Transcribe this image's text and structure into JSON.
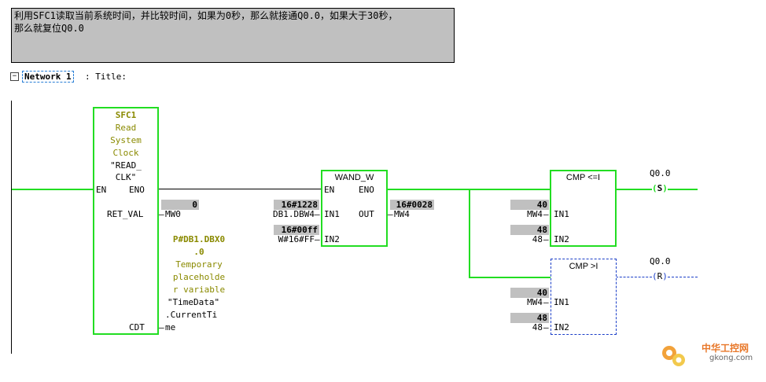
{
  "comment": {
    "line1": "利用SFC1读取当前系统时间，并比较时间，如果为0秒，那么就接通Q0.0，如果大于30秒，",
    "line2": "那么就复位Q0.0"
  },
  "network": {
    "toggle": "⊟",
    "label": "Network 1",
    "title": ": Title:"
  },
  "sfc1": {
    "name": "SFC1",
    "desc": [
      "Read",
      "System",
      "Clock"
    ],
    "symbol1": "\"READ_",
    "symbol2": "CLK\"",
    "en": "EN",
    "eno": "ENO",
    "ret_val_label": "RET_VAL",
    "ret_val_value": "0",
    "ret_val_operand": "MW0",
    "cdt_label": "CDT",
    "cdt_addr1": "P#DB1.DBX0",
    "cdt_addr2": ".0",
    "cdt_comment": [
      "Temporary",
      "placeholde",
      "r variable"
    ],
    "cdt_sym1": "\"TimeData\"",
    "cdt_sym2": ".CurrentTi",
    "cdt_sym3": "me"
  },
  "wand": {
    "name": "WAND_W",
    "en": "EN",
    "eno": "ENO",
    "in1_label": "IN1",
    "in1_value": "16#1228",
    "in1_operand": "DB1.DBW4",
    "in2_label": "IN2",
    "in2_value": "16#00ff",
    "in2_operand": "W#16#FF",
    "out_label": "OUT",
    "out_value": "16#0028",
    "out_operand": "MW4"
  },
  "cmp_le": {
    "name": "CMP <=I",
    "in1_label": "IN1",
    "in1_value": "40",
    "in1_operand": "MW4",
    "in2_label": "IN2",
    "in2_value": "48",
    "in2_operand": "48"
  },
  "cmp_gt": {
    "name": "CMP >I",
    "in1_label": "IN1",
    "in1_value": "40",
    "in1_operand": "MW4",
    "in2_label": "IN2",
    "in2_value": "48",
    "in2_operand": "48"
  },
  "coil_set": {
    "address": "Q0.0",
    "symbol": "S"
  },
  "coil_reset": {
    "address": "Q0.0",
    "symbol": "R"
  },
  "watermark": {
    "brand": "中华工控网",
    "url": "gkong.com"
  },
  "colors": {
    "power_flow": "#22dd22",
    "no_flow": "#1a3ec8",
    "value_bg": "#c0c0c0",
    "olive": "#8a8a00"
  }
}
